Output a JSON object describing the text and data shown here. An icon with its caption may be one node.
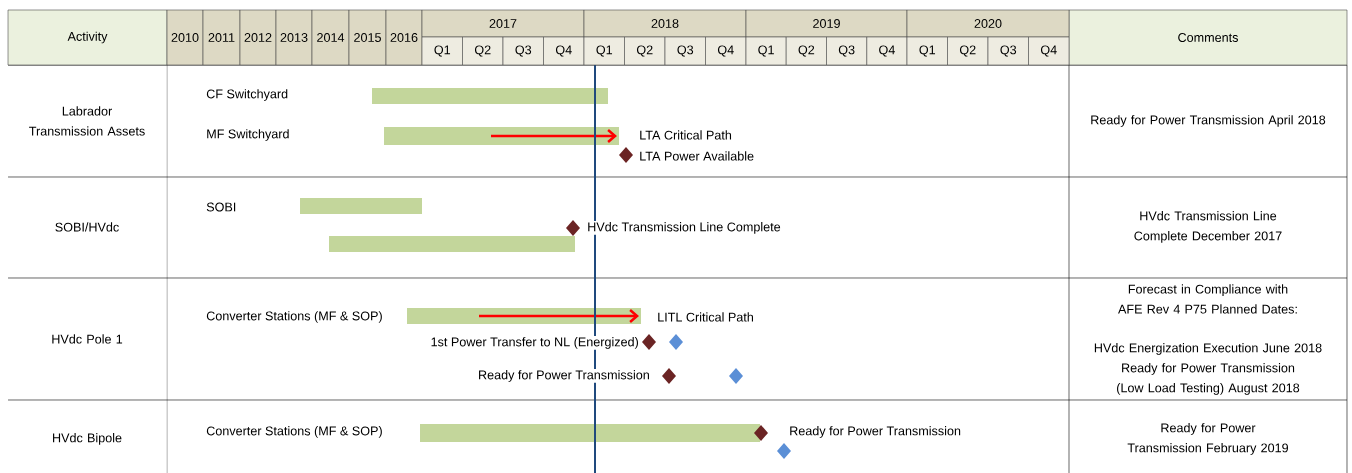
{
  "diagram": {
    "labels": [
      "Activity",
      "2010",
      "2011",
      "2012",
      "2013",
      "2014",
      "2015",
      "2016",
      "2017",
      "2018",
      "2019",
      "2020",
      "Comments",
      "Q1",
      "Q2",
      "Q3",
      "Q4",
      "Q1",
      "Q2",
      "Q3",
      "Q4",
      "Q1",
      "Q2",
      "Q3",
      "Q4",
      "Q1",
      "Q2",
      "Q3",
      "Q4",
      "Labrador Transmission Assets",
      "CF Switchyard",
      "MF Switchyard",
      "LTA Critical Path",
      "LTA Power Available",
      "Ready for Power Transmission April 2018",
      "SOBI/HVdc",
      "SOBI",
      "HVdc Transmission Line Complete",
      "HVdc Transmission Line Complete December 2017",
      "HVdc Pole 1",
      "Converter Stations (MF & SOP)",
      "LITL Critical Path",
      "1st Power Transfer to NL (Energized)",
      "Ready for Power Transmission",
      "Forecast in Compliance with AFE Rev 4 P75 Planned Dates:",
      "HVdc Energization Execution June 2018",
      "Ready for Power Transmission (Low Load Testing) August 2018",
      "HVdc Bipole",
      "Converter Stations (MF & SOP)",
      "Ready for Power Transmission",
      "Ready for Power Transmission February 2019"
    ]
  }
}
